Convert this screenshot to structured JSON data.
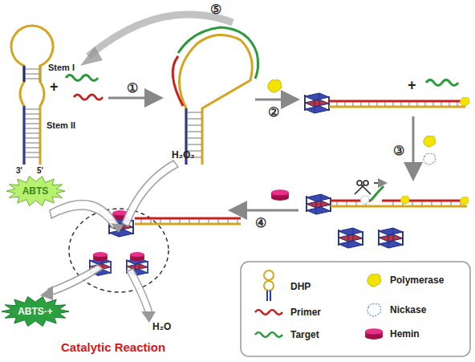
{
  "diagram": {
    "nodes": [
      {
        "text": [
          "ABTS"
        ]
      },
      {
        "text": [
          "ABTS·+"
        ]
      }
    ],
    "labels": [
      "Stem I",
      "Stem II",
      "3'",
      "5'",
      "①",
      "②",
      "③",
      "④",
      "⑤",
      "H₂O₂",
      "H₂O",
      "Catalytic Reaction"
    ],
    "legend": [
      {
        "text": "DHP"
      },
      {
        "text": "Primer"
      },
      {
        "text": "Target"
      },
      {
        "text": "Polymerase"
      },
      {
        "text": "Nickase"
      },
      {
        "text": "Hemin"
      }
    ]
  }
}
